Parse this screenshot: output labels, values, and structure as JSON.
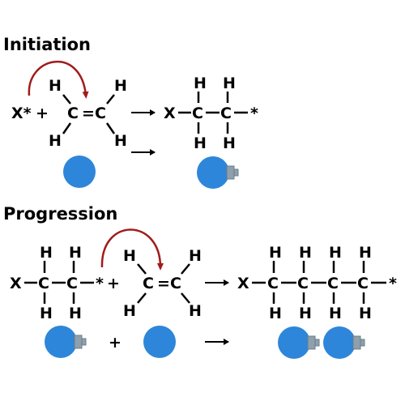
{
  "sections": {
    "initiation": {
      "title": "Initiation",
      "initiator": "X*",
      "plus": "+",
      "monomer": {
        "c1": "C",
        "c2": "C",
        "bond": "=",
        "h": [
          "H",
          "H",
          "H",
          "H"
        ]
      },
      "product": {
        "x": "X",
        "c1": "C",
        "c2": "C",
        "radical": "*",
        "h": [
          "H",
          "H",
          "H",
          "H"
        ]
      }
    },
    "progression": {
      "title": "Progression",
      "chain": {
        "x": "X",
        "c1": "C",
        "c2": "C",
        "radical": "*",
        "h": [
          "H",
          "H",
          "H",
          "H"
        ]
      },
      "plus": "+",
      "monomer": {
        "c1": "C",
        "c2": "C",
        "bond": "=",
        "h": [
          "H",
          "H",
          "H",
          "H"
        ]
      },
      "product": {
        "x": "X",
        "c": [
          "C",
          "C",
          "C",
          "C"
        ],
        "radical": "*",
        "h": [
          "H",
          "H",
          "H",
          "H",
          "H",
          "H",
          "H",
          "H"
        ]
      },
      "cartoon_plus": "+"
    }
  },
  "colors": {
    "bead": "#2d86d9",
    "connector": "#8fa0ad",
    "curly_arrow": "#a01c1c",
    "text": "#000000"
  }
}
